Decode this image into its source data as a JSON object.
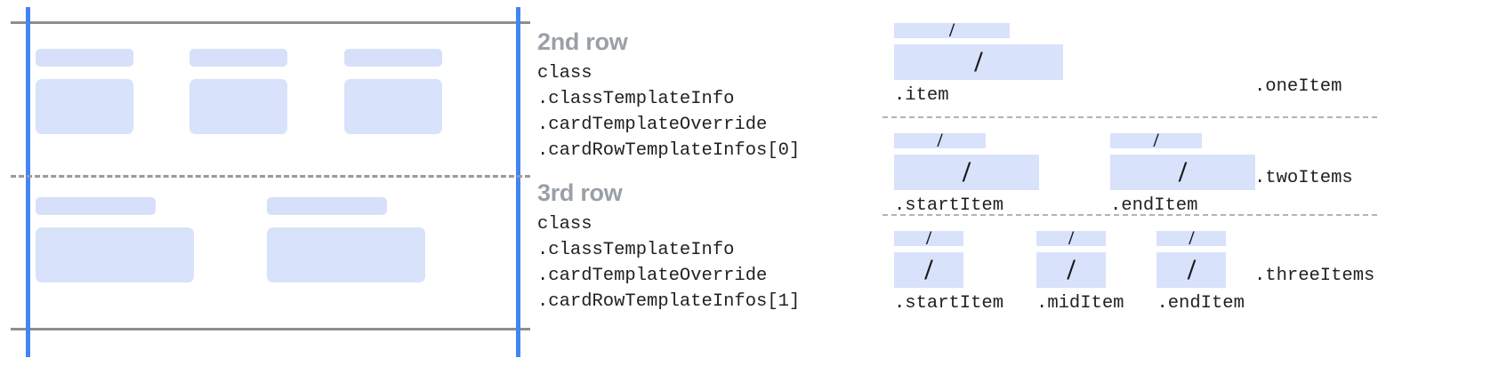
{
  "colors": {
    "placeholder_fill": "#d9e2fb",
    "placeholder_bar_fill": "#d7e0fa",
    "guide_blue": "#4285f4",
    "rule_gray": "#8e8e8e",
    "dash_gray": "#9a9a9a",
    "dotted_gray": "#b3b3b3",
    "title_gray": "#9aa0a6",
    "code_text": "#202124",
    "background": "#ffffff"
  },
  "card_panel": {
    "rows": [
      {
        "id": "card-row-2",
        "cell_count": 3,
        "cells": [
          {
            "bar": "",
            "box": ""
          },
          {
            "bar": "",
            "box": ""
          },
          {
            "bar": "",
            "box": ""
          }
        ]
      },
      {
        "id": "card-row-3",
        "cell_count": 2,
        "cells": [
          {
            "bar": "",
            "box": ""
          },
          {
            "bar": "",
            "box": ""
          }
        ]
      }
    ]
  },
  "annotations": [
    {
      "title": "2nd row",
      "code_lines": [
        "class",
        ".classTemplateInfo",
        ".cardTemplateOverride",
        ".cardRowTemplateInfos[0]"
      ]
    },
    {
      "title": "3rd row",
      "code_lines": [
        "class",
        ".classTemplateInfo",
        ".cardTemplateOverride",
        ".cardRowTemplateInfos[1]"
      ]
    }
  ],
  "item_panel": {
    "slash_glyph": "/",
    "sections": [
      {
        "label": ".oneItem",
        "groups": [
          {
            "caption": ".item",
            "slash": "/"
          }
        ]
      },
      {
        "label": ".twoItems",
        "groups": [
          {
            "caption": ".startItem",
            "slash": "/"
          },
          {
            "caption": ".endItem",
            "slash": "/"
          }
        ]
      },
      {
        "label": ".threeItems",
        "groups": [
          {
            "caption": ".startItem",
            "slash": "/"
          },
          {
            "caption": ".midItem",
            "slash": "/"
          },
          {
            "caption": ".endItem",
            "slash": "/"
          }
        ]
      }
    ]
  }
}
